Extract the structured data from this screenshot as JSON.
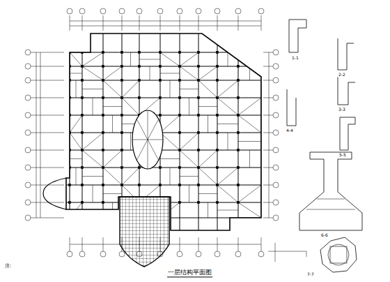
{
  "diagram": {
    "title": "一层结构平面图",
    "labels": [
      "注:",
      "1-1",
      "2-2",
      "3-3",
      "4-4",
      "5-5",
      "6-6",
      "7-7"
    ]
  }
}
